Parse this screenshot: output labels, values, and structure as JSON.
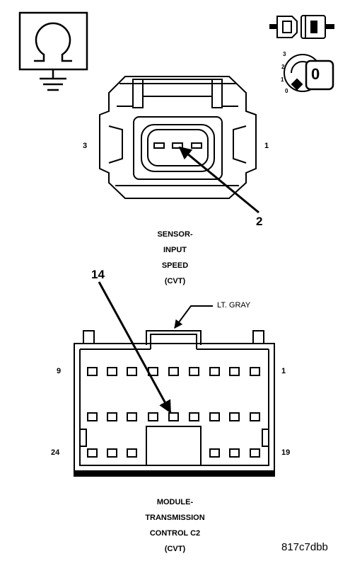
{
  "sensor": {
    "pin_left": "3",
    "pin_right": "1",
    "callout": "2",
    "caption": [
      "SENSOR-",
      "INPUT",
      "SPEED",
      "(CVT)"
    ]
  },
  "module": {
    "callout_pin": "14",
    "color_label": "LT. GRAY",
    "pin_top_left": "9",
    "pin_top_right": "1",
    "pin_bottom_left": "24",
    "pin_bottom_right": "19",
    "caption": [
      "MODULE-",
      "TRANSMISSION",
      "CONTROL C2",
      "(CVT)"
    ]
  },
  "key_switch": {
    "positions": [
      "3",
      "2",
      "1",
      "0"
    ],
    "key_label": "0"
  },
  "figure_id": "817c7dbb"
}
